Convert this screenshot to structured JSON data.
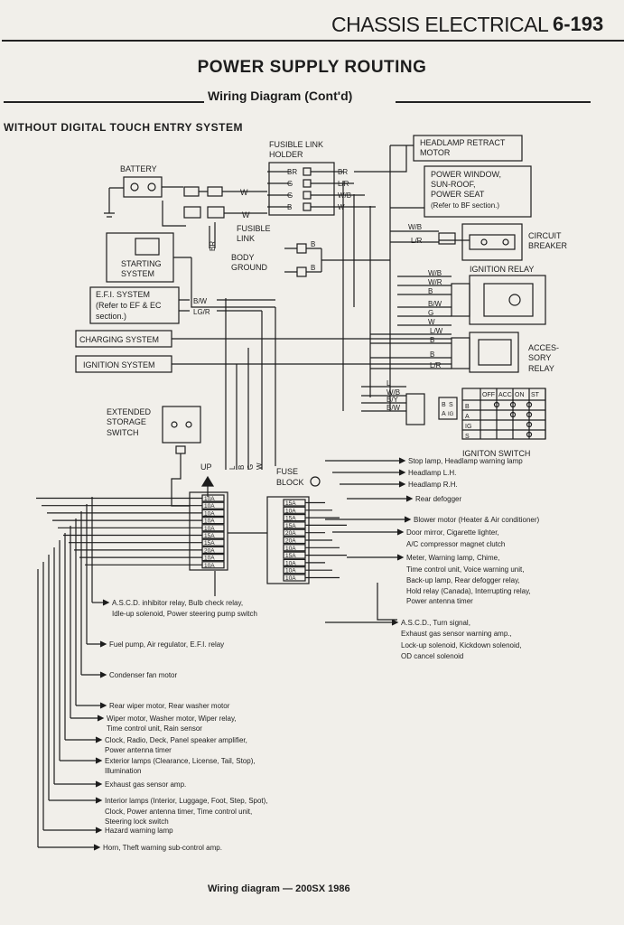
{
  "header": {
    "section": "CHASSIS ELECTRICAL",
    "page": "6-193"
  },
  "title": "POWER SUPPLY ROUTING",
  "subtitle": "Wiring Diagram (Cont'd)",
  "section_label": "WITHOUT DIGITAL TOUCH ENTRY SYSTEM",
  "fusible_link_holder": {
    "line1": "FUSIBLE LINK",
    "line2": "HOLDER"
  },
  "battery": "BATTERY",
  "fusible_link": {
    "line1": "FUSIBLE",
    "line2": "LINK"
  },
  "body_ground": {
    "line1": "BODY",
    "line2": "GROUND"
  },
  "fuse_block": {
    "line1": "FUSE",
    "line2": "BLOCK"
  },
  "up": "UP",
  "fl_colors": [
    "BR",
    "G",
    "G",
    "B"
  ],
  "fl_out": [
    "BR",
    "L/R",
    "W/B",
    "W"
  ],
  "misc": {
    "w1": "W",
    "w2": "W",
    "b1": "B",
    "b2": "B",
    "br": "BR"
  },
  "boxes": {
    "headlamp": [
      "HEADLAMP RETRACT",
      "MOTOR"
    ],
    "power_window": [
      "POWER WINDOW,",
      "SUN-ROOF,",
      "POWER SEAT",
      "(Refer to BF section.)"
    ],
    "circuit_breaker": [
      "CIRCUIT",
      "BREAKER"
    ],
    "ignition_relay": "IGNITION RELAY",
    "starting": [
      "STARTING",
      "SYSTEM"
    ],
    "efi": [
      "E.F.I. SYSTEM",
      "(Refer to EF & EC",
      "section.)"
    ],
    "charging": "CHARGING SYSTEM",
    "ignition_system": "IGNITION SYSTEM",
    "accessory": [
      "ACCES-",
      "SORY",
      "RELAY"
    ],
    "extended": [
      "EXTENDED",
      "STORAGE",
      "SWITCH"
    ],
    "ignition_switch": "IGNITON SWITCH"
  },
  "wire_labels": {
    "cb": [
      "W/B",
      "L/R"
    ],
    "ir": [
      "W/B",
      "W/R",
      "B",
      "B/W",
      "G",
      "W"
    ],
    "efi": [
      "B/W",
      "LG/R"
    ],
    "acc": [
      "L/W",
      "B",
      "B",
      "L/R"
    ],
    "sw": [
      "L",
      "W/B",
      "B/Y",
      "B/W"
    ],
    "fb": [
      "L",
      "B",
      "G",
      "W"
    ]
  },
  "ignition_switch_table": {
    "headers": [
      "OFF",
      "ACC",
      "ON",
      "ST"
    ],
    "rows": [
      "B",
      "A",
      "IG",
      "S"
    ],
    "pins": [
      "B",
      "S",
      "A",
      "IG"
    ]
  },
  "fuses_left": [
    "10A",
    "10A",
    "10A",
    "10A",
    "10A",
    "15A",
    "15A",
    "20A",
    "10A",
    "10A"
  ],
  "fuses_right": [
    "15A",
    "10A",
    "15A",
    "15A",
    "20A",
    "20A",
    "10A",
    "15A",
    "10A",
    "10A",
    "10A"
  ],
  "right_loads": [
    "Stop lamp, Headlamp warning lamp",
    "Headlamp L.H.",
    "Headlamp R.H.",
    "Rear defogger",
    "Blower motor (Heater & Air conditioner)",
    "Door mirror, Cigarette lighter,",
    "A/C compressor magnet clutch",
    "Meter, Warning lamp, Chime,",
    "Time control unit, Voice warning unit,",
    "Back-up lamp, Rear defogger relay,",
    "Hold relay (Canada), Interrupting relay,",
    "Power antenna timer",
    "A.S.C.D., Turn signal,",
    "Exhaust gas sensor warning amp.,",
    "Lock-up solenoid, Kickdown solenoid,",
    "OD cancel solenoid"
  ],
  "left_loads": [
    "A.S.C.D. inhibitor relay, Bulb check relay,",
    "Idle-up solenoid, Power steering pump switch",
    "Fuel pump, Air regulator, E.F.I. relay",
    "Condenser fan motor",
    "Rear wiper motor, Rear washer motor",
    "Wiper motor, Washer motor, Wiper relay,",
    "Time control unit, Rain sensor",
    "Clock, Radio, Deck, Panel speaker amplifier,",
    "Power antenna timer",
    "Exterior lamps (Clearance, License, Tail, Stop),",
    "Illumination",
    "Exhaust gas sensor amp.",
    "Interior lamps (Interior, Luggage, Foot, Step, Spot),",
    "Clock, Power antenna timer, Time control unit,",
    "Steering lock switch",
    "Hazard warning lamp",
    "Horn, Theft warning sub-control amp."
  ],
  "footer": "Wiring diagram  —  200SX 1986"
}
